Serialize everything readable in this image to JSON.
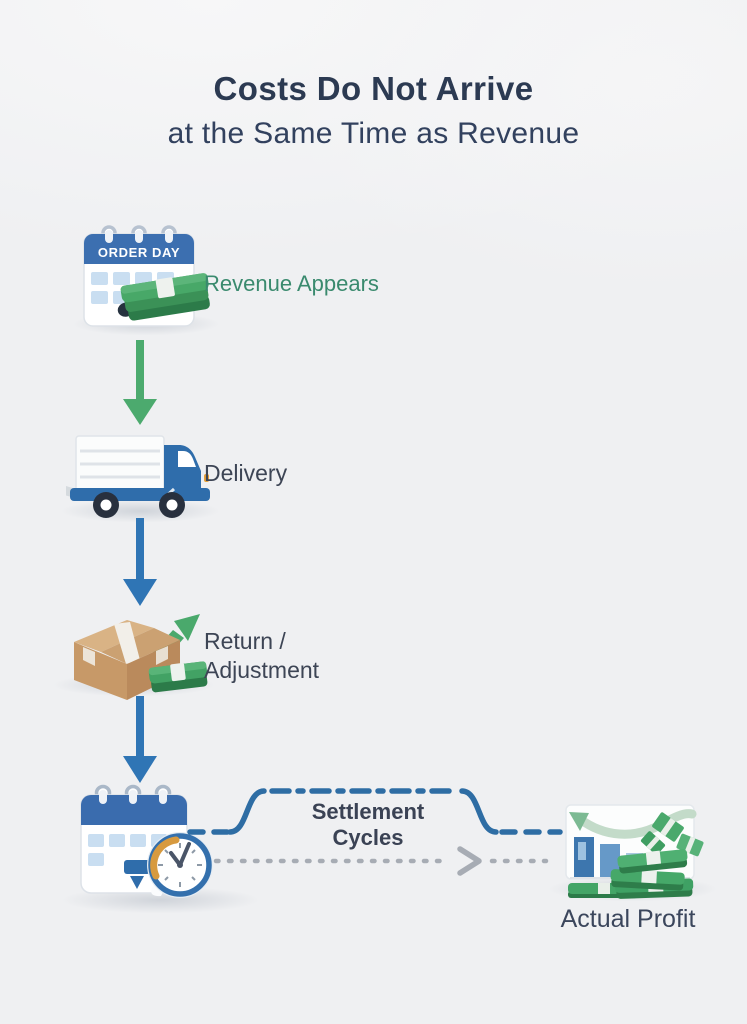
{
  "title": {
    "line1": "Costs Do Not Arrive",
    "line2": "at the Same Time as Revenue"
  },
  "flow": {
    "step1": {
      "calendar_header": "ORDER DAY",
      "label": "Revenue Appears"
    },
    "step2": {
      "label": "Delivery"
    },
    "step3": {
      "label_line1": "Return /",
      "label_line2": "Adjustment"
    },
    "settlement": {
      "label_line1": "Settlement",
      "label_line2": "Cycles"
    },
    "result": {
      "label": "Actual Profit"
    }
  },
  "icons": {
    "step1": "order-day-calendar-with-money-icon",
    "connector1": "down-arrow-green-icon",
    "step2": "delivery-truck-icon",
    "connector2": "down-arrow-blue-icon",
    "step3": "return-box-with-money-icon",
    "connector3": "down-arrow-blue-icon",
    "settlement": "calendar-with-clock-icon",
    "settlement_path": "dashed-bracket-line",
    "timeline_path": "dotted-arrow-line",
    "result": "profit-chart-with-money-icon"
  },
  "colors": {
    "background": "#eff0f2",
    "title_text": "#2c3a52",
    "label_text": "#3d4555",
    "revenue_label_text": "#3a8a6e",
    "green_arrow": "#4caa6e",
    "blue_arrow": "#2f75b5",
    "settlement_line": "#2e6da4",
    "dotted_line": "#a7acb4",
    "calendar_blue": "#3a6cae",
    "money_green": "#41a265",
    "box_tan": "#c89a6a",
    "clock_accent_orange": "#d79a3f"
  }
}
